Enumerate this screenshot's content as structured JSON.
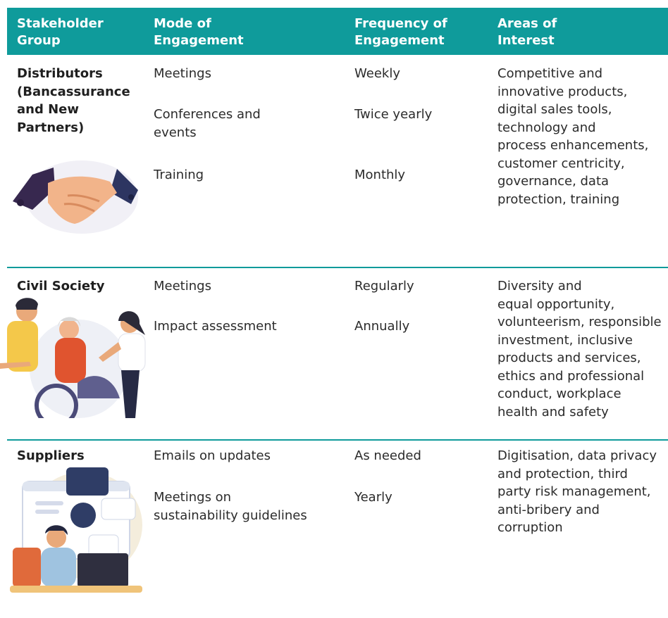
{
  "header": {
    "col1": "Stakeholder\nGroup",
    "col2": "Mode of\nEngagement",
    "col3": "Frequency of\nEngagement",
    "col4": "Areas of\nInterest"
  },
  "rows": [
    {
      "group": "Distributors\n(Bancassurance\nand New\nPartners)",
      "modes": [
        "Meetings",
        "Conferences and\nevents",
        "Training"
      ],
      "frequencies": [
        "Weekly",
        "Twice yearly",
        "Monthly"
      ],
      "areas": "Competitive and\ninnovative products,\ndigital sales tools,\ntechnology and\nprocess enhancements,\ncustomer centricity,\ngovernance, data\nprotection, training",
      "illustration": "handshake-illustration"
    },
    {
      "group": "Civil Society",
      "modes": [
        "Meetings",
        "Impact assessment"
      ],
      "frequencies": [
        "Regularly",
        "Annually"
      ],
      "areas": "Diversity and\nequal opportunity,\nvolunteerism, responsible\ninvestment, inclusive\nproducts and services,\nethics and professional\nconduct, workplace\nhealth and safety",
      "illustration": "caregivers-wheelchair-illustration"
    },
    {
      "group": "Suppliers",
      "modes": [
        "Emails on updates",
        "Meetings on\nsustainability guidelines"
      ],
      "frequencies": [
        "As needed",
        "Yearly"
      ],
      "areas": "Digitisation, data privacy\nand protection, third\nparty risk management,\nanti-bribery and\ncorruption",
      "illustration": "laptop-worker-illustration"
    }
  ],
  "colors": {
    "accent": "#0f9b9b",
    "text": "#262626"
  }
}
